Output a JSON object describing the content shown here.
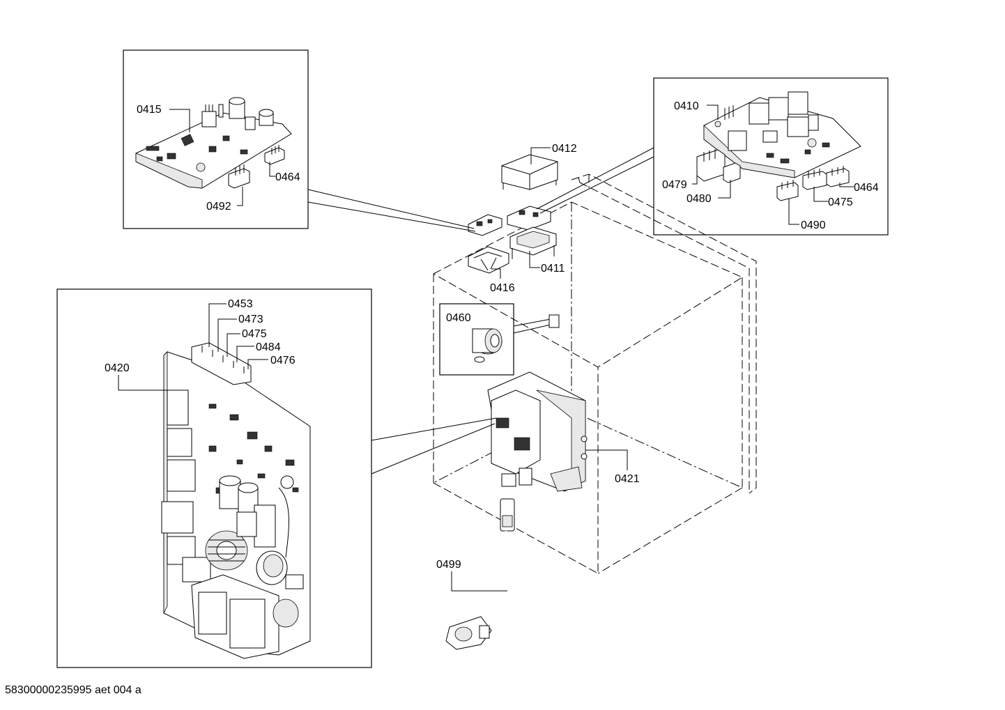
{
  "callouts": {
    "p0415": "0415",
    "p0464a": "0464",
    "p0492": "0492",
    "p0410": "0410",
    "p0479": "0479",
    "p0480": "0480",
    "p0464b": "0464",
    "p0475b": "0475",
    "p0490": "0490",
    "p0412": "0412",
    "p0411": "0411",
    "p0416": "0416",
    "p0460": "0460",
    "p0453": "0453",
    "p0473": "0473",
    "p0475a": "0475",
    "p0484": "0484",
    "p0476": "0476",
    "p0420": "0420",
    "p0421": "0421",
    "p0499": "0499"
  },
  "footer": {
    "drawing_id": "58300000235995 aet 004 a"
  }
}
